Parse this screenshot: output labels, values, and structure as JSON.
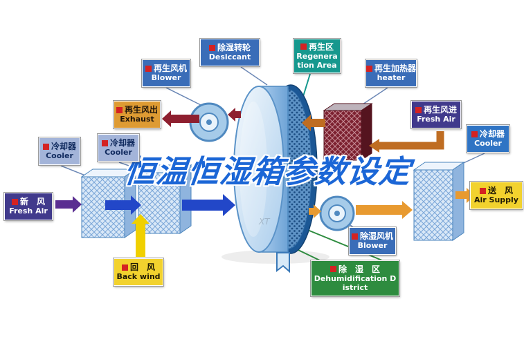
{
  "watermark": {
    "text": "恒温恒湿箱参数设定",
    "small": "XT"
  },
  "labels": [
    {
      "key": "regen-blower",
      "zh": "再生风机",
      "en": "Blower"
    },
    {
      "key": "desiccant-wheel",
      "zh": "除湿转轮",
      "en": "Desiccant"
    },
    {
      "key": "regen-area",
      "zh": "再生区",
      "en": "Regeneration Area"
    },
    {
      "key": "regen-heater",
      "zh": "再生加热器",
      "en": "heater"
    },
    {
      "key": "exhaust",
      "zh": "再生风出",
      "en": "Exhaust"
    },
    {
      "key": "regen-fresh-air",
      "zh": "再生风进",
      "en": "Fresh Air"
    },
    {
      "key": "cooler-1",
      "zh": "冷却器",
      "en": "Cooler"
    },
    {
      "key": "cooler-2",
      "zh": "冷却器",
      "en": "Cooler"
    },
    {
      "key": "cooler-3",
      "zh": "冷却器",
      "en": "Cooler"
    },
    {
      "key": "fresh-air-inlet",
      "zh": "新　风",
      "en": "Fresh Air"
    },
    {
      "key": "air-supply",
      "zh": "送　风",
      "en": "Air Supply"
    },
    {
      "key": "back-wind",
      "zh": "回　风",
      "en": "Back wind"
    },
    {
      "key": "dehumid-blower",
      "zh": "除湿风机",
      "en": "Blower"
    },
    {
      "key": "dehumid-district",
      "zh": "除　湿　区",
      "en": "Dehumidification District"
    }
  ],
  "colors": {
    "label_blue": "#3a6db8",
    "label_teal": "#16988e",
    "label_orange": "#de9b33",
    "label_indigo": "#413a8c",
    "label_steel": "#a3b4d9",
    "label_mid_blue": "#2f74c4",
    "label_yellow": "#f2d22e",
    "label_green": "#2e8c3f",
    "arrow_purple": "#5a2e91",
    "arrow_blue": "#2247c8",
    "arrow_yellow": "#f0d000",
    "arrow_maroon": "#8e1f2f",
    "arrow_brown": "#bf6d22",
    "arrow_orange": "#e89a30",
    "wheel_blue": "#5e93c6",
    "heater_maroon": "#7c2130",
    "watermark_blue": "#1b66d6",
    "bullet_red": "#d42222"
  }
}
